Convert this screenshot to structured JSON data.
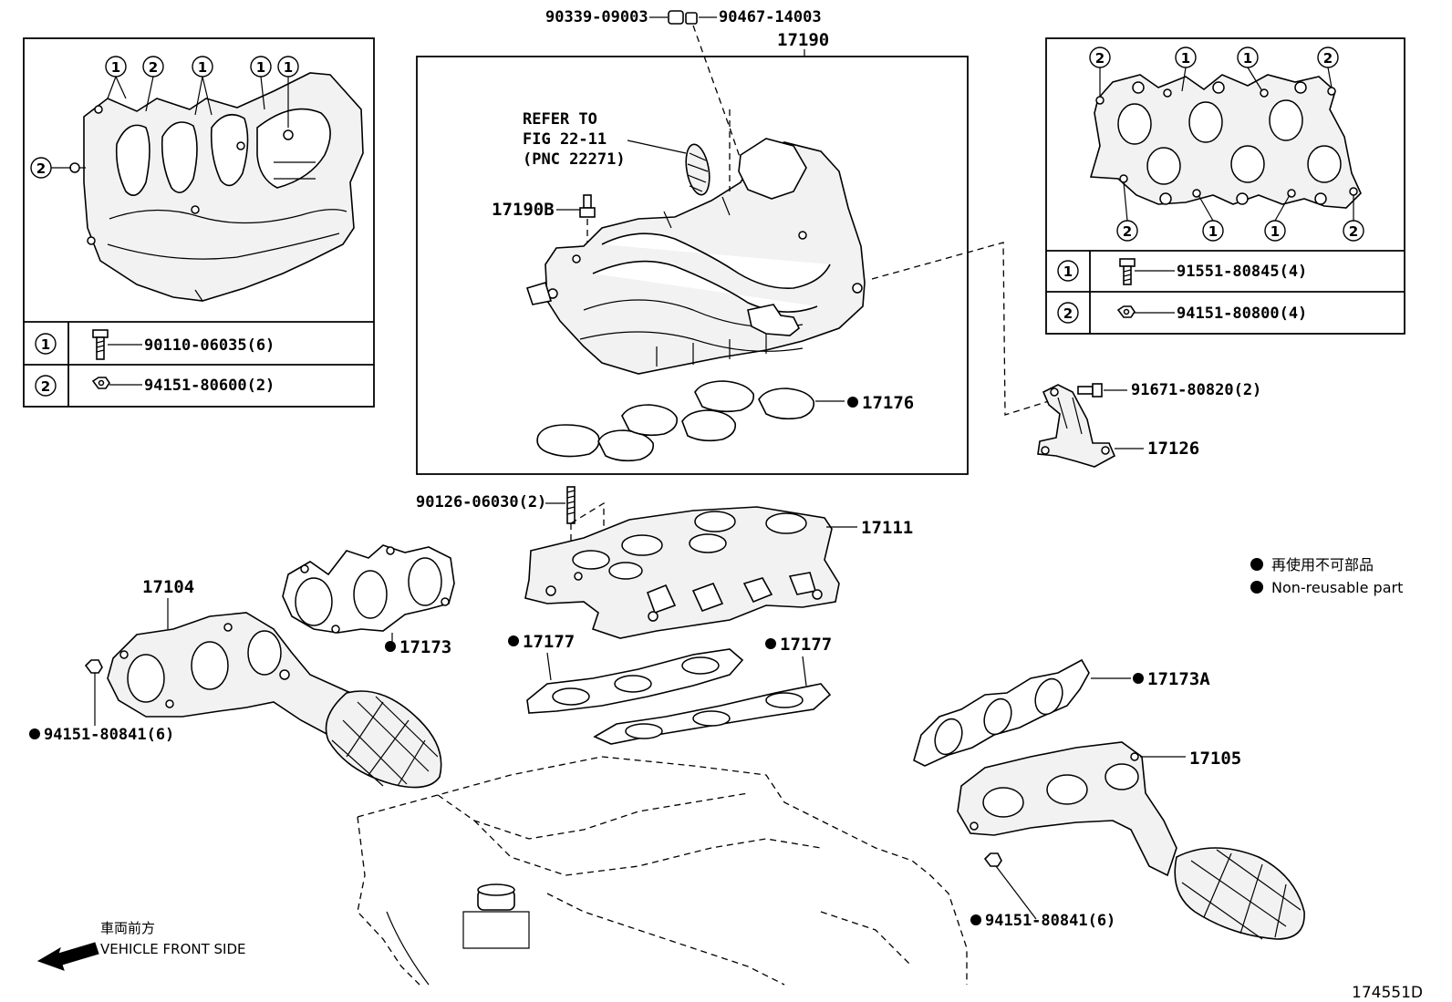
{
  "labels": {
    "part_90339": "90339-09003",
    "part_90467": "90467-14003",
    "part_17190": "17190",
    "refer_line1": "REFER TO",
    "refer_line2": "FIG 22-11",
    "refer_line3": "(PNC 22271)",
    "part_17190b": "17190B",
    "part_17176": "17176",
    "part_90126": "90126-06030(2)",
    "part_17111": "17111",
    "part_91671": "91671-80820(2)",
    "part_17126": "17126",
    "part_17104": "17104",
    "part_17173": "17173",
    "part_17177a": "17177",
    "part_17177b": "17177",
    "part_94151_left": "94151-80841(6)",
    "part_17173a": "17173A",
    "part_17105": "17105",
    "part_94151_right": "94151-80841(6)",
    "diagram_number": "174551D"
  },
  "left_inset": {
    "callouts_top": [
      "1",
      "2",
      "1",
      "1",
      "1"
    ],
    "callout_side": "2",
    "rows": [
      {
        "num": "1",
        "part": "90110-06035(6)"
      },
      {
        "num": "2",
        "part": "94151-80600(2)"
      }
    ]
  },
  "right_inset": {
    "callouts_top": [
      "2",
      "1",
      "1",
      "2"
    ],
    "callouts_bottom": [
      "2",
      "1",
      "1",
      "2"
    ],
    "rows": [
      {
        "num": "1",
        "part": "91551-80845(4)"
      },
      {
        "num": "2",
        "part": "94151-80800(4)"
      }
    ]
  },
  "legend": {
    "jp": "再使用不可部品",
    "en": "Non-reusable part"
  },
  "front_side": {
    "jp": "車両前方",
    "en": "VEHICLE FRONT SIDE"
  }
}
